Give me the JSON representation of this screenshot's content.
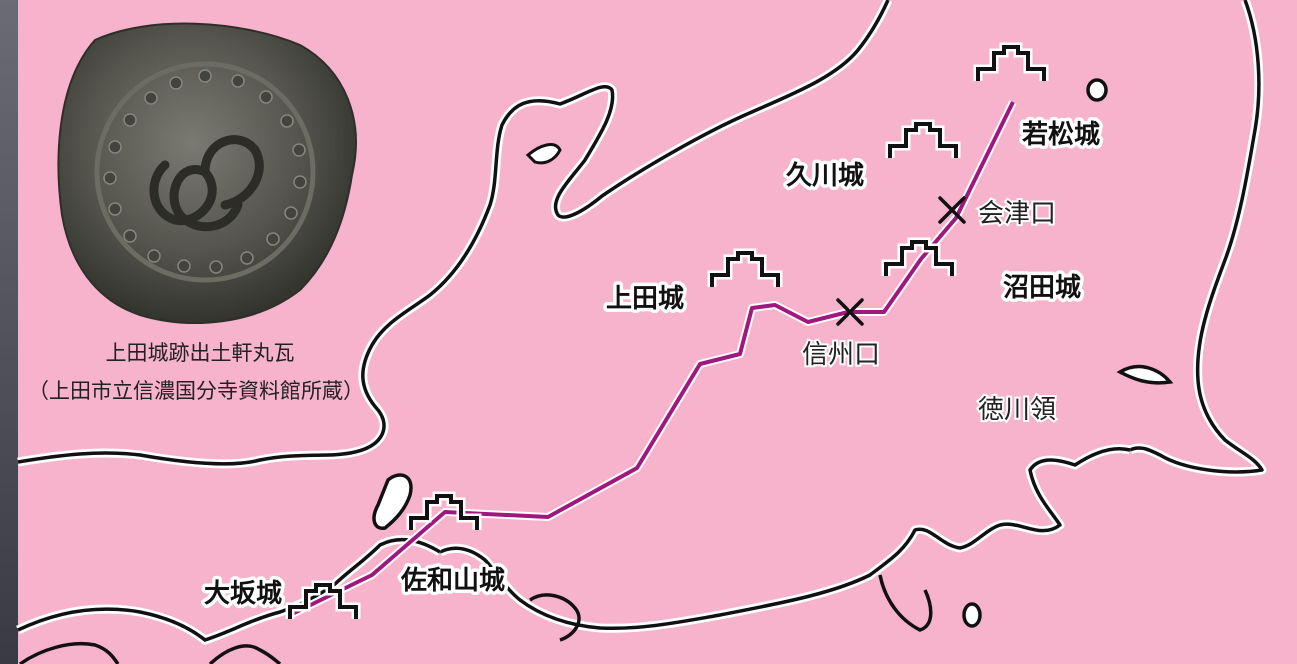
{
  "colors": {
    "land": "#f7b2cc",
    "sea": "#ffffff",
    "coast": "#111111",
    "route": "#a0177f"
  },
  "castles": {
    "wakamatsu": "若松城",
    "kugawa": "久川城",
    "ueda": "上田城",
    "numata": "沼田城",
    "sawayama": "佐和山城",
    "osaka": "大坂城"
  },
  "places": {
    "aizu_guchi": "会津口",
    "shinshu_guchi": "信州口",
    "tokugawa_territory": "徳川領"
  },
  "photo": {
    "caption_line1": "上田城跡出土軒丸瓦",
    "caption_line2": "（上田市立信濃国分寺資料館所蔵）",
    "subject": "roof-tile-tomoe-crest"
  }
}
